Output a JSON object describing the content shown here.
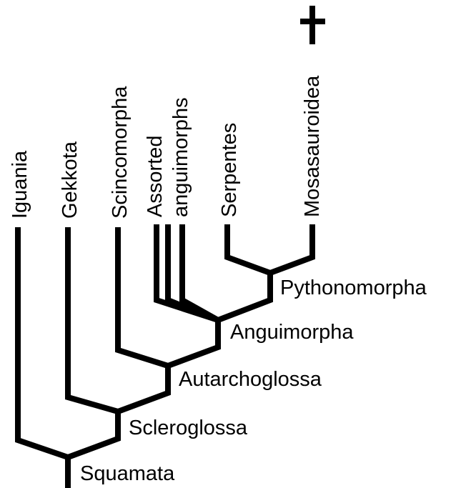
{
  "diagram": {
    "type": "cladogram",
    "line_color": "#000000",
    "terminal_taxa": [
      {
        "id": "iguania",
        "label": "Iguania"
      },
      {
        "id": "gekkota",
        "label": "Gekkota"
      },
      {
        "id": "scincomorpha",
        "label": "Scincomorpha"
      },
      {
        "id": "assorted",
        "label": "Assorted"
      },
      {
        "id": "anguimorphs",
        "label": "anguimorphs"
      },
      {
        "id": "serpentes",
        "label": "Serpentes"
      },
      {
        "id": "mosasauroidea",
        "label": "Mosasauroidea",
        "extinct": true
      }
    ],
    "clades": [
      {
        "id": "squamata",
        "label": "Squamata"
      },
      {
        "id": "scleroglossa",
        "label": "Scleroglossa"
      },
      {
        "id": "autarchoglossa",
        "label": "Autarchoglossa"
      },
      {
        "id": "anguimorpha",
        "label": "Anguimorpha"
      },
      {
        "id": "pythonomorpha",
        "label": "Pythonomorpha"
      }
    ],
    "extinct_marker_icon": "dagger-icon"
  }
}
